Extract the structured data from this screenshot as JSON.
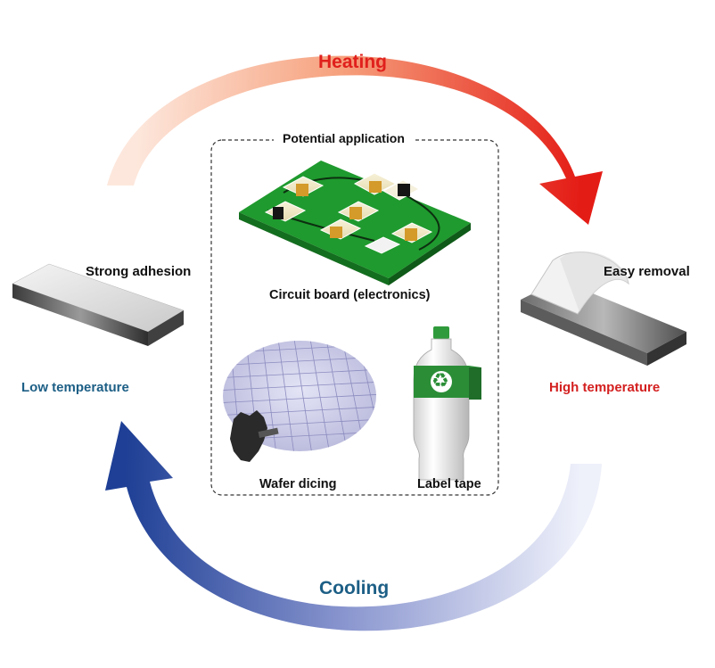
{
  "cycle": {
    "heating_label": "Heating",
    "cooling_label": "Cooling",
    "heating_color": "#e0201c",
    "cooling_color": "#1f3f8f"
  },
  "left_state": {
    "property": "Strong adhesion",
    "temperature": "Low temperature",
    "temperature_color": "#1d5f86"
  },
  "right_state": {
    "property": "Easy removal",
    "temperature": "High temperature",
    "temperature_color": "#d42020"
  },
  "applications": {
    "title": "Potential application",
    "circuit_board": "Circuit board (electronics)",
    "wafer_dicing": "Wafer dicing",
    "label_tape": "Label tape",
    "recycle_icon": "♻"
  }
}
